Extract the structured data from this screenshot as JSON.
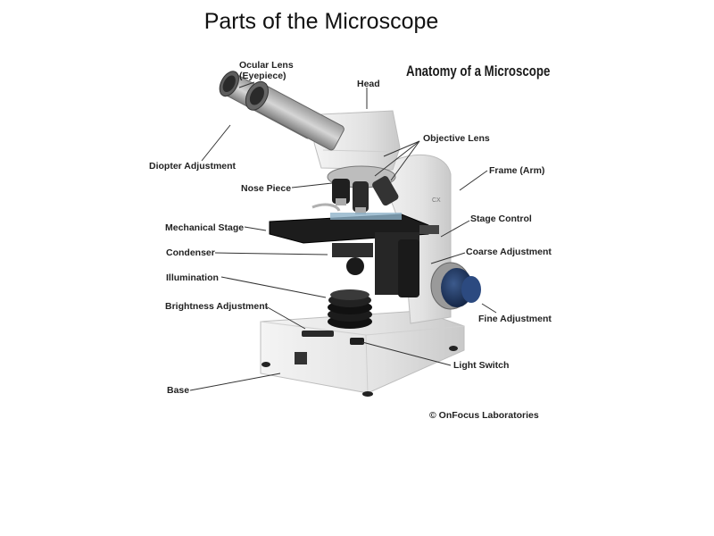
{
  "slide": {
    "title": "Parts of the Microscope"
  },
  "figure": {
    "heading": "Anatomy of a Microscope",
    "copyright": "© OnFocus Laboratories",
    "labels": {
      "ocular_lens": "Ocular Lens",
      "eyepiece": "(Eyepiece)",
      "head": "Head",
      "objective_lens": "Objective Lens",
      "diopter_adjustment": "Diopter Adjustment",
      "frame_arm": "Frame (Arm)",
      "nose_piece": "Nose Piece",
      "stage_control": "Stage Control",
      "mechanical_stage": "Mechanical Stage",
      "coarse_adjustment": "Coarse Adjustment",
      "condenser": "Condenser",
      "illumination": "Illumination",
      "brightness_adjustment": "Brightness Adjustment",
      "fine_adjustment": "Fine Adjustment",
      "light_switch": "Light Switch",
      "base": "Base"
    }
  }
}
